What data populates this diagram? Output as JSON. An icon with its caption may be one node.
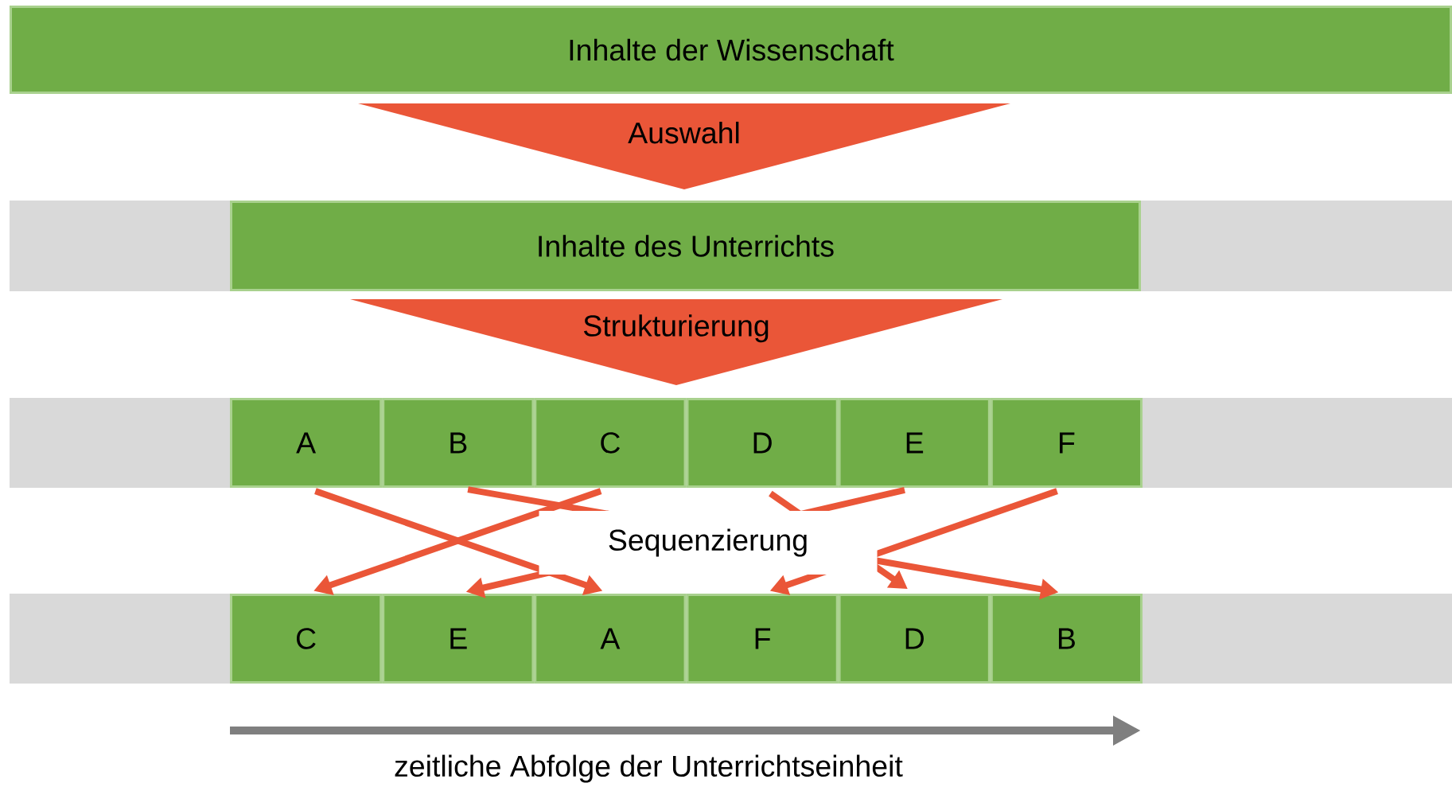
{
  "diagram": {
    "nodes": [
      {
        "text": [
          "Inhalte der Wissenschaft"
        ]
      },
      {
        "text": [
          "Auswahl"
        ]
      },
      {
        "text": [
          "Inhalte des Unterrichts"
        ]
      },
      {
        "text": [
          "Strukturierung"
        ]
      },
      {
        "text": [
          "A"
        ]
      },
      {
        "text": [
          "B"
        ]
      },
      {
        "text": [
          "C"
        ]
      },
      {
        "text": [
          "D"
        ]
      },
      {
        "text": [
          "E"
        ]
      },
      {
        "text": [
          "F"
        ]
      },
      {
        "text": [
          "C"
        ]
      },
      {
        "text": [
          "E"
        ]
      },
      {
        "text": [
          "A"
        ]
      },
      {
        "text": [
          "F"
        ]
      },
      {
        "text": [
          "D"
        ]
      },
      {
        "text": [
          "B"
        ]
      }
    ],
    "edges": [
      {
        "from": 4,
        "to": 12,
        "arrow": "to"
      },
      {
        "from": 5,
        "to": 15,
        "arrow": "to"
      },
      {
        "from": 6,
        "to": 10,
        "arrow": "to"
      },
      {
        "from": 7,
        "to": 14,
        "arrow": "to"
      },
      {
        "from": 8,
        "to": 11,
        "arrow": "to"
      },
      {
        "from": 9,
        "to": 13,
        "arrow": "to"
      }
    ],
    "labels": [
      "Sequenzierung",
      "zeitliche Abfolge der Unterrichtseinheit"
    ]
  }
}
